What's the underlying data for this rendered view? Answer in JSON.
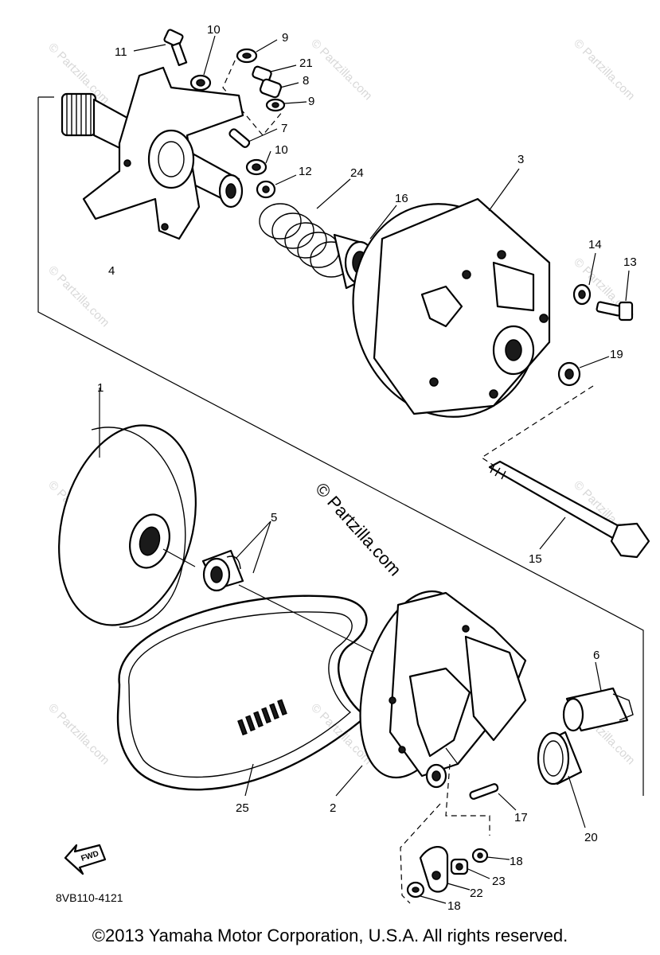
{
  "diagram": {
    "watermark": "© Partzilla.com",
    "watermark_small": "© Partzilla.com",
    "diagram_code": "8VB110-4121",
    "fwd_label": "FWD",
    "callouts": {
      "c1": "1",
      "c2": "2",
      "c3": "3",
      "c4": "4",
      "c5": "5",
      "c6": "6",
      "c7": "7",
      "c8": "8",
      "c9a": "9",
      "c9b": "9",
      "c10a": "10",
      "c10b": "10",
      "c11": "11",
      "c12": "12",
      "c13": "13",
      "c14": "14",
      "c15": "15",
      "c16": "16",
      "c17": "17",
      "c18a": "18",
      "c18b": "18",
      "c19": "19",
      "c20": "20",
      "c21": "21",
      "c22": "22",
      "c23": "23",
      "c24": "24",
      "c25": "25"
    }
  },
  "footer": {
    "copyright": "©2013 Yamaha Motor Corporation, U.S.A. All rights reserved."
  }
}
